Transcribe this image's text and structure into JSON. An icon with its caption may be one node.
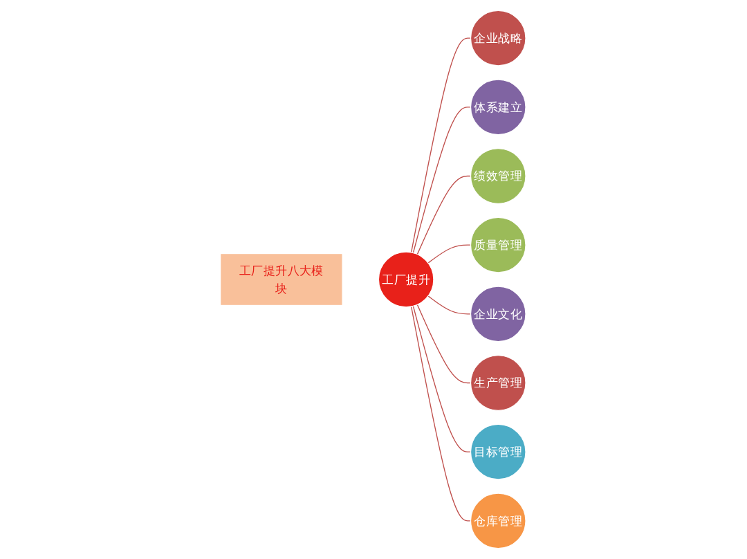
{
  "diagram": {
    "nodes": [
      {
        "text": [
          "工厂提升八大模块"
        ]
      },
      {
        "text": [
          "工厂提升"
        ]
      },
      {
        "text": [
          "企业战略"
        ]
      },
      {
        "text": [
          "体系建立"
        ]
      },
      {
        "text": [
          "绩效管理"
        ]
      },
      {
        "text": [
          "质量管理"
        ]
      },
      {
        "text": [
          "企业文化"
        ]
      },
      {
        "text": [
          "生产管理"
        ]
      },
      {
        "text": [
          "目标管理"
        ]
      },
      {
        "text": [
          "仓库管理"
        ]
      }
    ],
    "edges": [
      {
        "from": 1,
        "to": 2,
        "arrow": "none"
      },
      {
        "from": 1,
        "to": 3,
        "arrow": "none"
      },
      {
        "from": 1,
        "to": 4,
        "arrow": "none"
      },
      {
        "from": 1,
        "to": 5,
        "arrow": "none"
      },
      {
        "from": 1,
        "to": 6,
        "arrow": "none"
      },
      {
        "from": 1,
        "to": 7,
        "arrow": "none"
      },
      {
        "from": 1,
        "to": 8,
        "arrow": "none"
      },
      {
        "from": 1,
        "to": 9,
        "arrow": "none"
      }
    ]
  }
}
